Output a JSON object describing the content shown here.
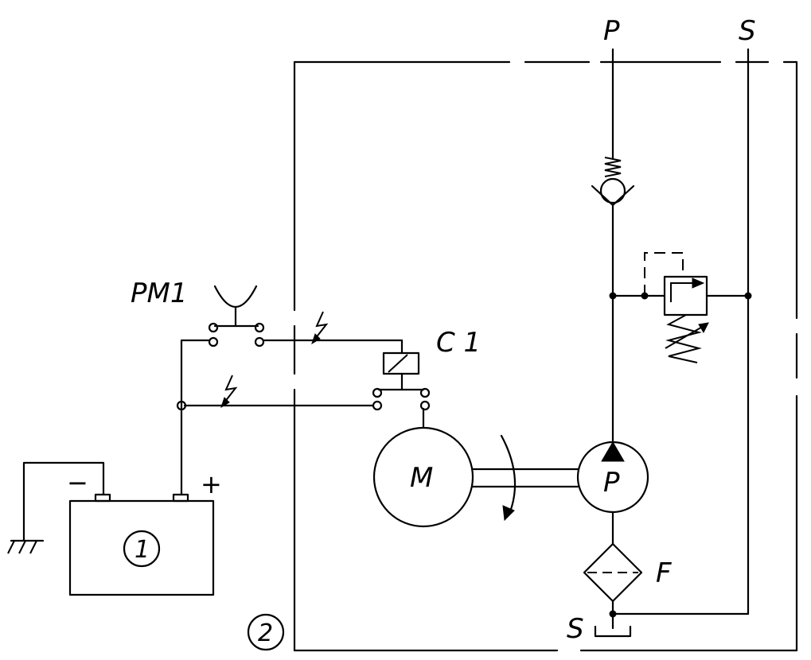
{
  "labels": {
    "pressure_port": "P",
    "suction_port": "S",
    "pressure_switch": "PM1",
    "contactor": "C  1",
    "motor": "M",
    "pump": "P",
    "filter": "F",
    "tank": "S",
    "battery_minus": "−",
    "battery_plus": "+",
    "battery_number": "1",
    "unit_number": "2"
  }
}
